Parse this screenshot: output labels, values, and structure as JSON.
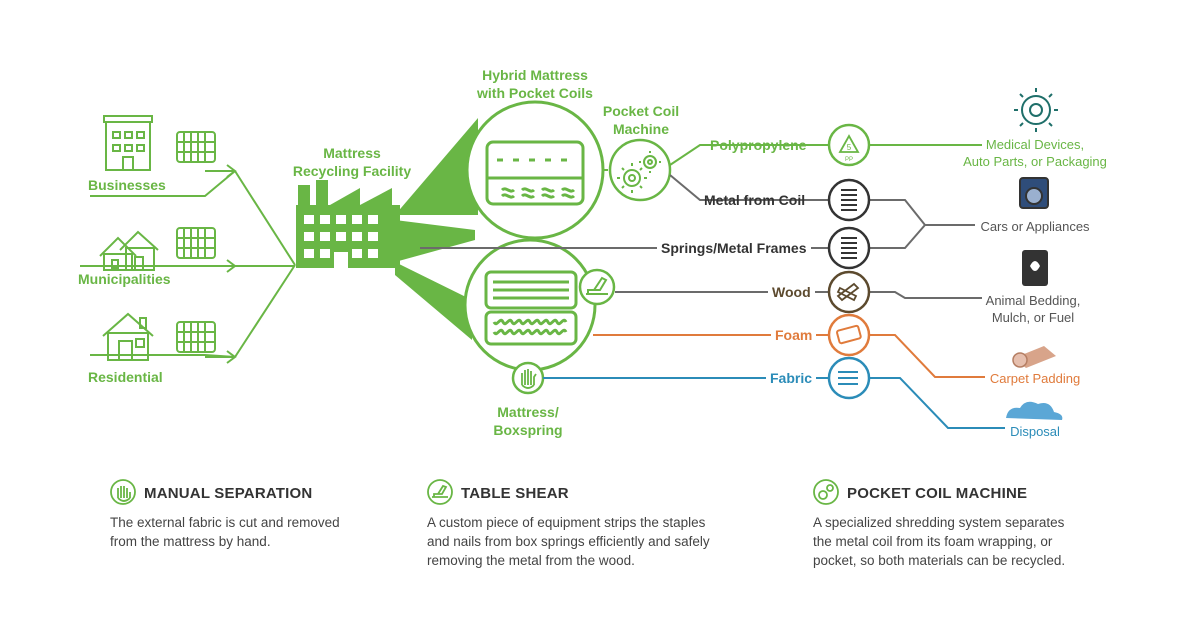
{
  "colors": {
    "green": "#69b645",
    "orange": "#e07b3c",
    "blue": "#2b8cb8",
    "gray": "#6b6b6b",
    "woodbrown": "#5c4a2e"
  },
  "sources": [
    {
      "label": "Businesses",
      "icon": "office-building-icon"
    },
    {
      "label": "Municipalities",
      "icon": "houses-icon"
    },
    {
      "label": "Residential",
      "icon": "house-icon"
    }
  ],
  "facility": {
    "line1": "Mattress",
    "line2": "Recycling Facility"
  },
  "hybrid": {
    "line1": "Hybrid Mattress",
    "line2": "with Pocket Coils"
  },
  "pocket_coil": {
    "line1": "Pocket Coil",
    "line2": "Machine"
  },
  "boxspring": {
    "line1": "Mattress/",
    "line2": "Boxspring"
  },
  "materials": [
    {
      "label": "Polypropylene",
      "icon": "recycle-pp-icon"
    },
    {
      "label": "Metal from Coil",
      "icon": "coil-spring-icon"
    },
    {
      "label": "Springs/Metal Frames",
      "icon": "coil-spring-icon"
    },
    {
      "label": "Wood",
      "icon": "wood-planks-icon"
    },
    {
      "label": "Foam",
      "icon": "foam-block-icon"
    },
    {
      "label": "Fabric",
      "icon": "fabric-stack-icon"
    }
  ],
  "destinations": [
    {
      "line1": "Medical Devices,",
      "line2": "Auto Parts, or Packaging",
      "icon": "gear-wrench-icon"
    },
    {
      "line1": "Cars or Appliances",
      "line2": "",
      "icon": "washing-machine-icon"
    },
    {
      "line1": "Animal Bedding,",
      "line2": "Mulch, or Fuel",
      "icon": "mulch-bag-icon"
    },
    {
      "line1": "Carpet Padding",
      "line2": "",
      "icon": "carpet-roll-icon"
    },
    {
      "line1": "Disposal",
      "line2": "",
      "icon": "cloud-pile-icon"
    }
  ],
  "legend": [
    {
      "title": "MANUAL SEPARATION",
      "icon": "hand-icon",
      "text": [
        "The external fabric is cut and removed",
        "from the mattress by hand."
      ]
    },
    {
      "title": "TABLE SHEAR",
      "icon": "table-shear-icon",
      "text": [
        "A custom piece of equipment strips the staples",
        "and nails from box springs efficiently and safely",
        "removing the metal from the wood."
      ]
    },
    {
      "title": "POCKET COIL MACHINE",
      "icon": "gears-icon",
      "text": [
        "A specialized shredding system separates",
        "the metal coil from its foam wrapping, or",
        "pocket, so both materials can be recycled."
      ]
    }
  ]
}
